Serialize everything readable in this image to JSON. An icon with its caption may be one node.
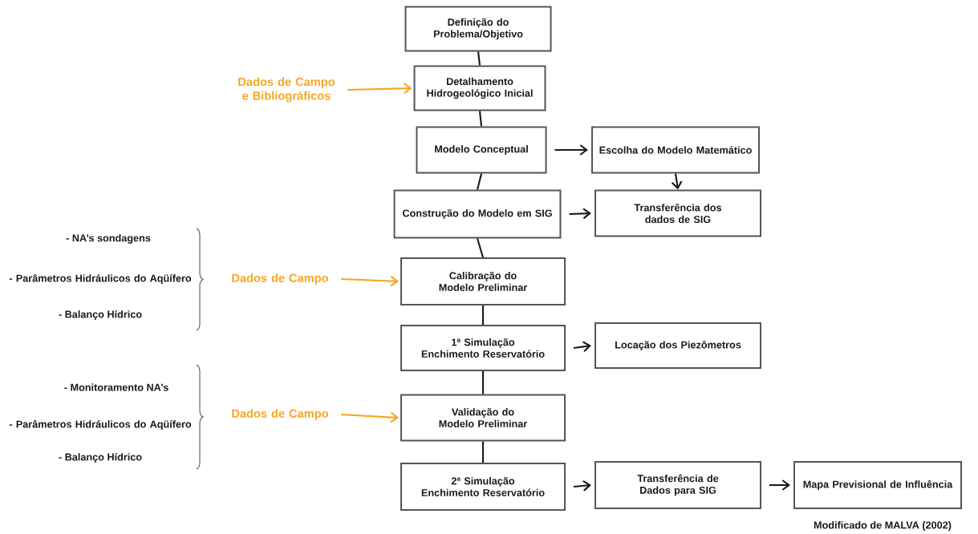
{
  "diagram": {
    "nodes": [
      {
        "text": [
          "Definição do Problema/Objetivo"
        ]
      },
      {
        "text": [
          "Detalhamento Hidrogeológico Inicial"
        ]
      },
      {
        "text": [
          "Modelo Conceptual"
        ]
      },
      {
        "text": [
          "Construção do Modelo em SIG"
        ]
      },
      {
        "text": [
          "Calibração do Modelo Preliminar"
        ]
      },
      {
        "text": [
          "1ª Simulação Enchimento Reservatório"
        ]
      },
      {
        "text": [
          "Validação do Modelo Preliminar"
        ]
      },
      {
        "text": [
          "2ª Simulação Enchimento Reservatório"
        ]
      },
      {
        "text": [
          "Escolha do Modelo Matemático"
        ]
      },
      {
        "text": [
          "Transferência dos dados de SIG"
        ]
      },
      {
        "text": [
          "Locação dos Piezômetros"
        ]
      },
      {
        "text": [
          "Transferência de Dados para SIG"
        ]
      },
      {
        "text": [
          "Mapa Previsional de Influência"
        ]
      },
      {
        "text": [
          "Dados de Campo e Bibliográficos"
        ]
      },
      {
        "text": [
          "Dados de Campo"
        ]
      },
      {
        "text": [
          "Dados de Campo"
        ]
      }
    ],
    "edges": [
      {
        "from": 0,
        "to": 1,
        "arrow": "none"
      },
      {
        "from": 1,
        "to": 2,
        "arrow": "none"
      },
      {
        "from": 2,
        "to": 3,
        "arrow": "none"
      },
      {
        "from": 3,
        "to": 4,
        "arrow": "none"
      },
      {
        "from": 4,
        "to": 5,
        "arrow": "none"
      },
      {
        "from": 5,
        "to": 6,
        "arrow": "none"
      },
      {
        "from": 6,
        "to": 7,
        "arrow": "none"
      },
      {
        "from": 2,
        "to": 8,
        "arrow": "to"
      },
      {
        "from": 8,
        "to": 9,
        "arrow": "to"
      },
      {
        "from": 3,
        "to": 9,
        "arrow": "to"
      },
      {
        "from": 5,
        "to": 10,
        "arrow": "to"
      },
      {
        "from": 7,
        "to": 11,
        "arrow": "to"
      },
      {
        "from": 11,
        "to": 12,
        "arrow": "to"
      },
      {
        "from": 13,
        "to": 1,
        "arrow": "to",
        "color": "#f5a623"
      },
      {
        "from": 14,
        "to": 4,
        "arrow": "to",
        "color": "#f5a623"
      },
      {
        "from": 15,
        "to": 6,
        "arrow": "to",
        "color": "#f5a623"
      }
    ],
    "labels": [
      "- NA’s sondagens",
      "- Parâmetros Hidráulicos do Aqüífero",
      "- Balanço Hídrico",
      "- Monitoramento NA’s",
      "- Parâmetros Hidráulicos do Aqüífero",
      "- Balanço Hídrico",
      "Modificado de MALVA (2002)"
    ]
  }
}
